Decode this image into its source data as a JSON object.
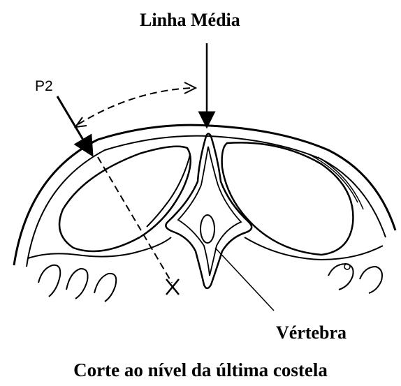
{
  "labels": {
    "midline": "Linha Média",
    "p2": "P2",
    "vertebra": "Vértebra",
    "caption": "Corte ao nível da última costela",
    "point_mark": "X"
  },
  "colors": {
    "line": "#000000",
    "background": "#ffffff"
  }
}
